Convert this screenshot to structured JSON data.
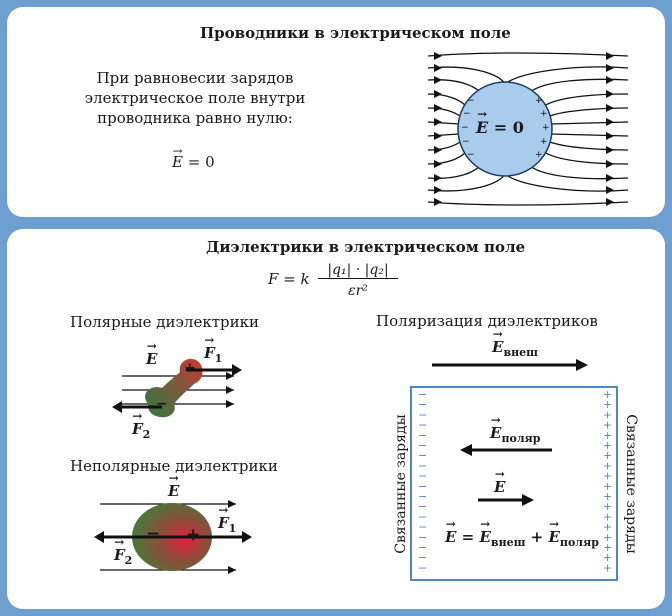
{
  "conductors": {
    "title": "Проводники в электрическом поле",
    "text_lines": [
      "При равновесии зарядов",
      "электрическое поле внутри",
      "проводника равно нулю:"
    ],
    "formula_vec": "E",
    "formula_rest": "= 0",
    "sphere_label_vec": "E",
    "sphere_label_rest": "= 0",
    "surface_minus": "−",
    "surface_plus": "+"
  },
  "dielectrics": {
    "title": "Диэлектрики в электрическом поле",
    "coulomb": {
      "lhs": "F = k",
      "numerator": "|q₁| · |q₂|",
      "denominator": "εr²"
    },
    "polar": {
      "heading": "Полярные диэлектрики",
      "field_vec": "E",
      "f1_vec": "F",
      "f1_sub": "1",
      "f2_vec": "F",
      "f2_sub": "2",
      "plus": "+",
      "minus": "−"
    },
    "nonpolar": {
      "heading": "Неполярные диэлектрики",
      "field_vec": "E",
      "f1_vec": "F",
      "f1_sub": "1",
      "f2_vec": "F",
      "f2_sub": "2",
      "plus": "+",
      "minus": "−"
    },
    "polarization": {
      "heading": "Поляризация диэлектриков",
      "e_ext_vec": "E",
      "e_ext_sub": "внеш",
      "e_pol_vec": "E",
      "e_pol_sub": "поляр",
      "e_vec": "E",
      "eq_e": "E",
      "eq_eq": "=",
      "eq_e1": "E",
      "eq_sub1": "внеш",
      "eq_plus": "+",
      "eq_e2": "E",
      "eq_sub2": "поляр",
      "bound_left": "Связанные заряды",
      "bound_right": "Связанные заряды",
      "minus": "−",
      "plus": "+"
    }
  },
  "colors": {
    "background": "#6f9fd0",
    "panel": "#ffffff",
    "sphere": "#a9cbec",
    "box_border": "#4f86c6",
    "charge_red": "#cc2222",
    "charge_green": "#2e8b3d"
  }
}
